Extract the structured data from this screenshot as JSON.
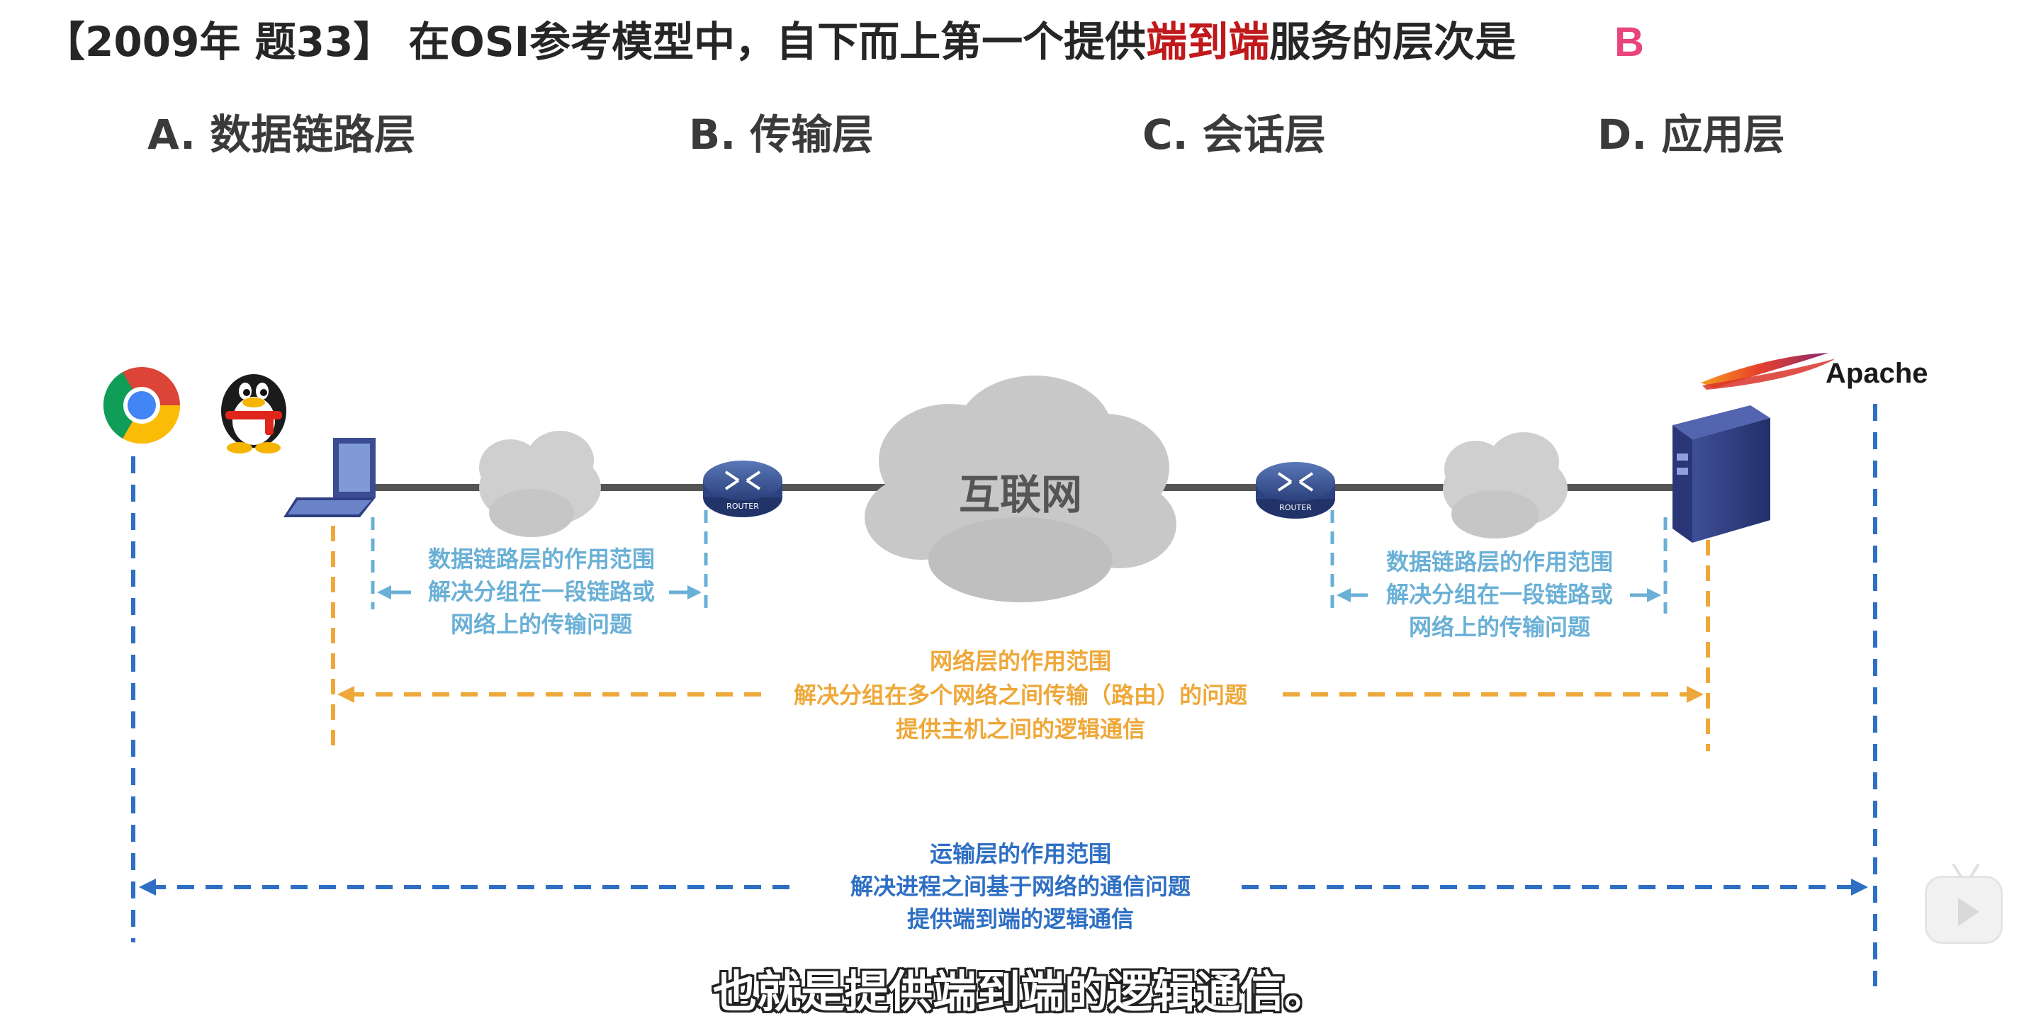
{
  "question": {
    "prefix": "【2009年 题33】 在OSI参考模型中，自下而上第一个提供",
    "highlight": "端到端",
    "suffix": "服务的层次是",
    "answer": "B"
  },
  "options": {
    "a": "A. 数据链路层",
    "b": "B. 传输层",
    "c": "C. 会话层",
    "d": "D. 应用层"
  },
  "diagram": {
    "internet_label": "互联网",
    "router_label": "ROUTER",
    "apache_label": "Apache",
    "datalink_left": [
      "数据链路层的作用范围",
      "解决分组在一段链路或",
      "网络上的传输问题"
    ],
    "datalink_right": [
      "数据链路层的作用范围",
      "解决分组在一段链路或",
      "网络上的传输问题"
    ],
    "network": [
      "网络层的作用范围",
      "解决分组在多个网络之间传输（路由）的问题",
      "提供主机之间的逻辑通信"
    ],
    "transport": [
      "运输层的作用范围",
      "解决进程之间基于网络的通信问题",
      "提供端到端的逻辑通信"
    ]
  },
  "colors": {
    "datalink": "#6ab0d6",
    "network": "#eea83a",
    "transport": "#2e6fc4",
    "highlight": "#c0191c",
    "answer": "#e8457f"
  },
  "subtitle": "也就是提供端到端的逻辑通信。"
}
